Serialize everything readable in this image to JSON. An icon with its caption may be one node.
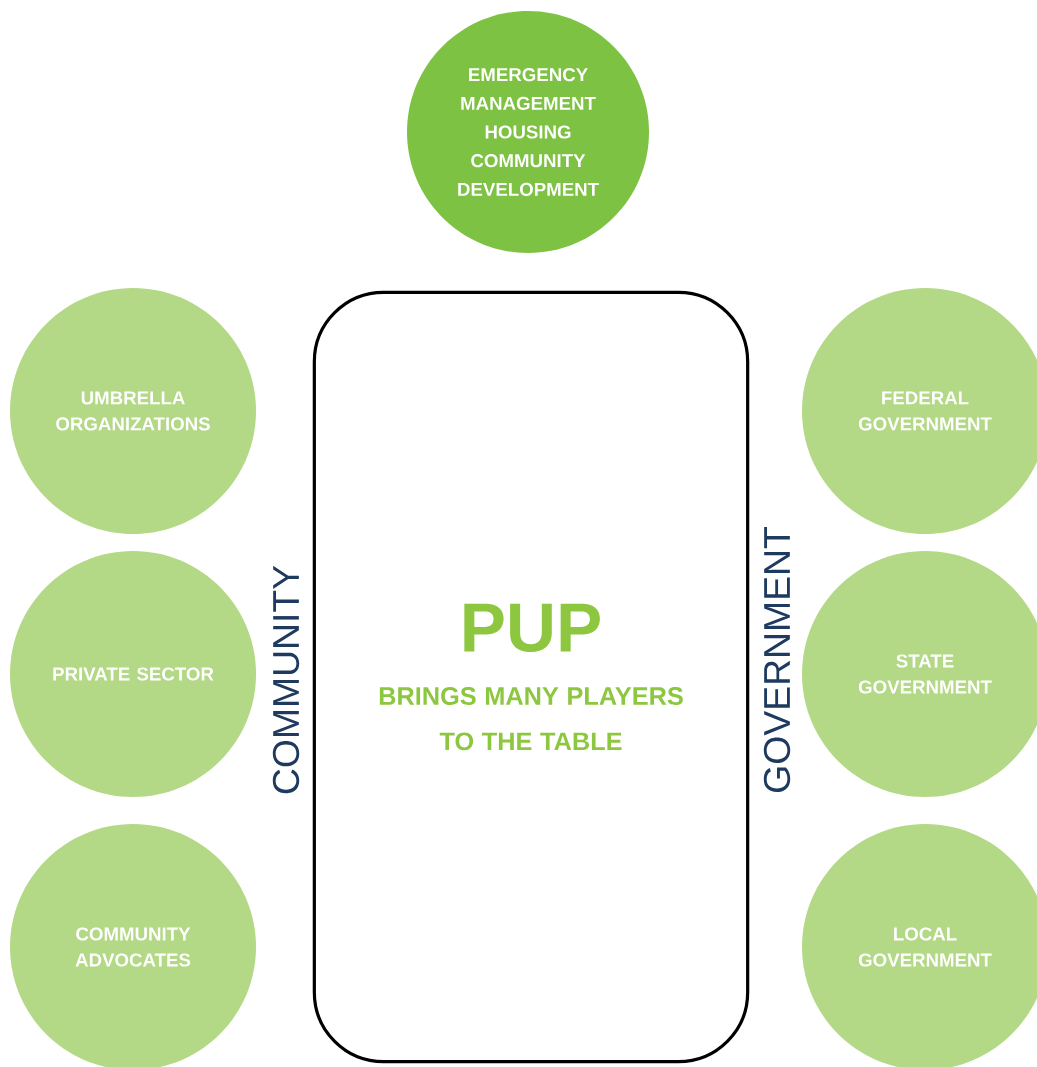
{
  "diagram": {
    "nodes": [
      {
        "text": [
          "EMERGENCY MANAGEMENT",
          "HOUSING",
          "COMMUNITY DEVELOPMENT"
        ]
      },
      {
        "text": [
          "PUP",
          "BRINGS MANY PLAYERS TO THE TABLE"
        ]
      },
      {
        "text": [
          "UMBRELLA ORGANIZATIONS"
        ]
      },
      {
        "text": [
          "PRIVATE SECTOR"
        ]
      },
      {
        "text": [
          "COMMUNITY ADVOCATES"
        ]
      },
      {
        "text": [
          "FEDERAL GOVERNMENT"
        ]
      },
      {
        "text": [
          "STATE GOVERNMENT"
        ]
      },
      {
        "text": [
          "LOCAL GOVERNMENT"
        ]
      }
    ],
    "labels": [
      "COMMUNITY",
      "GOVERNMENT"
    ]
  }
}
